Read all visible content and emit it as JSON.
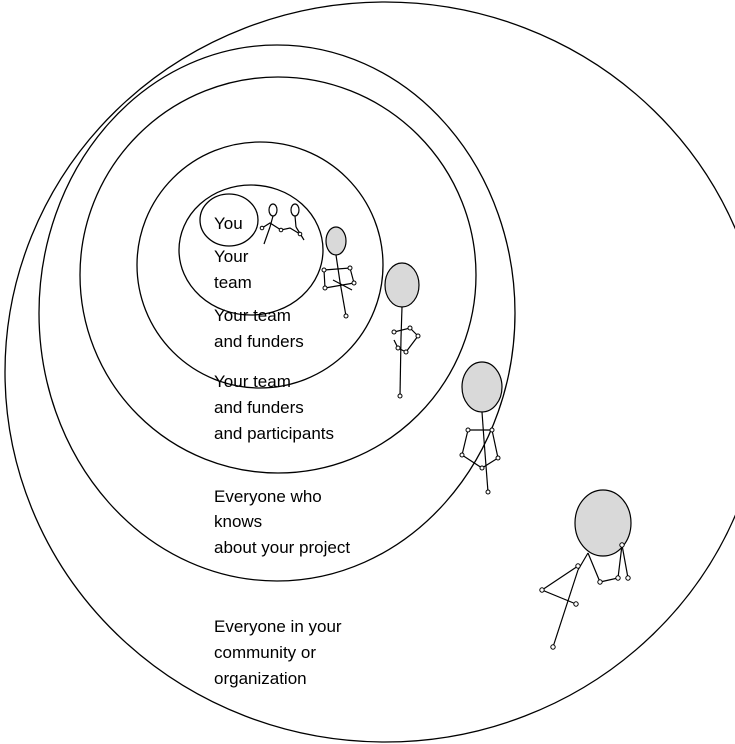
{
  "diagram": {
    "colors": {
      "stroke": "#000000",
      "head_fill": "#d9d9d9",
      "background": "#ffffff"
    },
    "rings": [
      {
        "id": "you",
        "label_lines": [
          "You"
        ]
      },
      {
        "id": "team",
        "label_lines": [
          "Your",
          "team"
        ]
      },
      {
        "id": "team-funders",
        "label_lines": [
          "Your team",
          "and funders"
        ]
      },
      {
        "id": "team-funders-participants",
        "label_lines": [
          "Your team",
          "and funders",
          "and participants"
        ]
      },
      {
        "id": "everyone-knows",
        "label_lines": [
          "Everyone who",
          "knows",
          "about your project"
        ]
      },
      {
        "id": "everyone-community",
        "label_lines": [
          "Everyone in your",
          "community or",
          "organization"
        ]
      }
    ]
  }
}
